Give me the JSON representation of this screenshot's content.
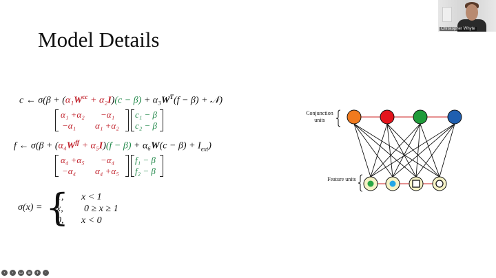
{
  "slide": {
    "title": "Model Details"
  },
  "video": {
    "name": "Christopher Whyte"
  },
  "equations": {
    "c_line": {
      "lhs": "c ← σ(β + (",
      "a1w": "α₁",
      "wcc": "W",
      "wcc_sup": "cc",
      "plus1": " + ",
      "a2i": "α₂",
      "ibold": "I",
      "close1": ")",
      "cb": "(c − β)",
      "rest": " + α₃",
      "wt": "W",
      "wt_sup": "T",
      "rest2": "(f − β) + 𝒩)"
    },
    "c_matrix": {
      "m11": "α₁ +α₂",
      "m12": "−α₁",
      "m21": "−α₁",
      "m22": "α₁ +α₂",
      "v1": "c₁ − β",
      "v2": "c₂ − β"
    },
    "f_line": {
      "lhs": "f ← σ(β + (",
      "a4w": "α₄",
      "wff": "W",
      "wff_sup": "ff",
      "plus1": " + ",
      "a5i": "α₅",
      "ibold": "I",
      "close1": ")",
      "fb": "(f − β)",
      "rest": " + α₆",
      "w": "W",
      "rest2": "(c − β) + I",
      "ext": "ext",
      "close2": ")"
    },
    "f_matrix": {
      "m11": "α₄ +α₅",
      "m12": "−α₄",
      "m21": "−α₄",
      "m22": "α₄ +α₅",
      "v1": "f₁ − β",
      "v2": "f₂ − β"
    },
    "sigma": {
      "lhs": "σ(x) =",
      "r1v": "1,",
      "r1c": "x < 1",
      "r2v": "x,",
      "r2c": "0 ≥ x ≥ 1",
      "r3v": "0,",
      "r3c": "x < 0"
    }
  },
  "diagram": {
    "conjunction_label": "Conjunction units",
    "feature_label": "Feature units",
    "conjunction_colors": [
      "#f07a1e",
      "#e4141c",
      "#1f9b3a",
      "#1f5fb0"
    ],
    "feature_fill": "#f6f3c6",
    "feature_inner": [
      "green-dot",
      "blue-dot",
      "square",
      "circle"
    ],
    "colors": {
      "green": "#2aa744",
      "blue": "#22a6e6",
      "link_red": "#cc2222"
    }
  },
  "controls": [
    "back-icon",
    "forward-icon",
    "captions-icon",
    "menu-icon",
    "zoom-icon",
    "more-icon"
  ]
}
